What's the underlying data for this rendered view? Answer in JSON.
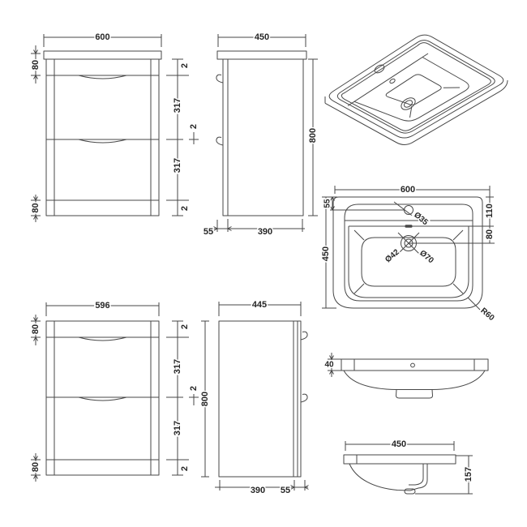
{
  "drawing": {
    "front_vanity": {
      "width": "600",
      "top_height": "80",
      "bottom_height": "80",
      "gap_a": "2",
      "drawer_a": "317",
      "gap_b": "2",
      "drawer_b": "317",
      "gap_c": "2"
    },
    "side_vanity": {
      "depth": "450",
      "height": "800",
      "front_gap": "55",
      "body_depth": "390"
    },
    "basin_plan": {
      "width": "600",
      "depth": "450",
      "tap_offset": "55",
      "back_to_deck": "110",
      "deck_to_drain": "80",
      "tap_hole_dia": "Ø35",
      "waste_dia": "Ø42",
      "overflow_dia": "Ø70",
      "corner_radius": "R60"
    },
    "front_cabinet": {
      "width": "596",
      "top_height": "80",
      "bottom_height": "80",
      "gap_a": "2",
      "drawer_a": "317",
      "gap_b": "2",
      "drawer_b": "317",
      "gap_c": "2"
    },
    "side_cabinet": {
      "depth": "445",
      "height": "800",
      "body_depth": "390",
      "back_gap": "55"
    },
    "basin_front": {
      "rim_height": "40"
    },
    "basin_side": {
      "depth": "450",
      "height": "157"
    }
  }
}
